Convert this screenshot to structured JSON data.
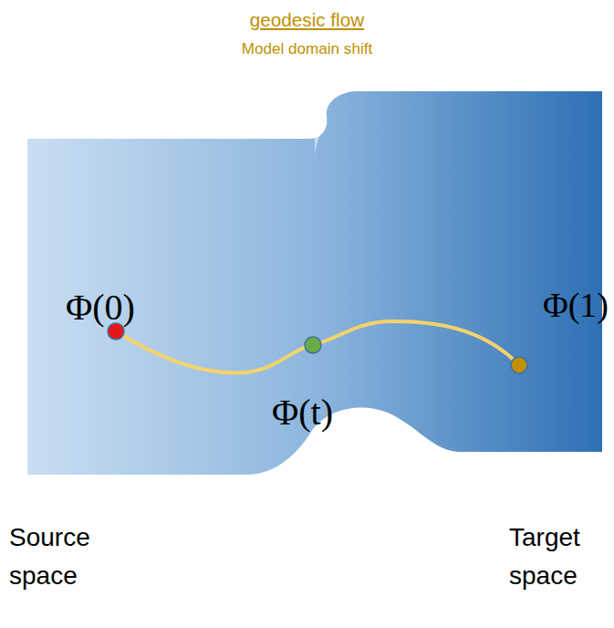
{
  "diagram": {
    "title": "geodesic flow",
    "labels": [
      "Model domain shift",
      "Φ(0)",
      "Φ(1)",
      "Φ(t)",
      "Source space",
      "Target space"
    ]
  }
}
